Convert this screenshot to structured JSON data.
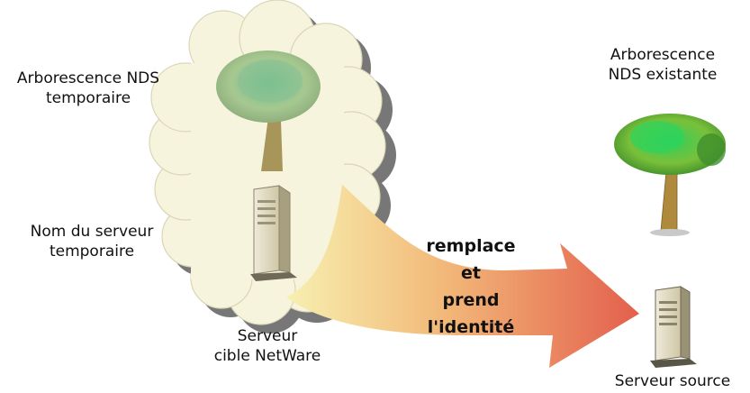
{
  "labels": {
    "temp_tree": [
      "Arborescence NDS",
      "temporaire"
    ],
    "existing_tree": [
      "Arborescence",
      "NDS existante"
    ],
    "temp_server_name": [
      "Nom du serveur",
      "temporaire"
    ],
    "target_server": [
      "Serveur",
      "cible NetWare"
    ],
    "source_server": "Serveur source",
    "arrow_text": [
      "remplace",
      "et",
      "prend",
      "l'identité"
    ]
  },
  "colors": {
    "cloud_fill": "#f6f4dc",
    "cloud_shadow": "#7a7a7a",
    "arrow_start": "#f6eca0",
    "arrow_end": "#e86a52",
    "tree_foliage_existing": "#3fbf3a",
    "tree_foliage_temp": "#a9c99a",
    "trunk": "#b48a3a",
    "server_body": "#e2dcc0"
  },
  "icons": [
    "cloud",
    "tree-icon",
    "server-icon",
    "arrow"
  ]
}
